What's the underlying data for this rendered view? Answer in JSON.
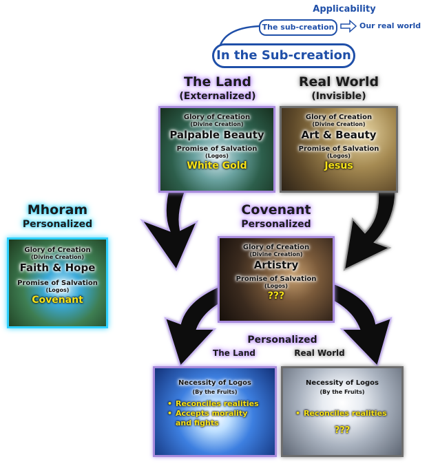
{
  "header": {
    "applicability": "Applicability",
    "subcreation_label": "The sub-creation",
    "real_world_label": "Our real world",
    "main_title": "In the Sub-creation"
  },
  "headings": {
    "land_title": "The Land",
    "land_sub": "(Externalized)",
    "real_title": "Real World",
    "real_sub": "(Invisible)",
    "mhoram_title": "Mhoram",
    "mhoram_sub": "Personalized",
    "covenant_title": "Covenant",
    "covenant_sub": "Personalized",
    "personalized_title": "Personalized",
    "personalized_land": "The Land",
    "personalized_real": "Real World"
  },
  "cards": {
    "land": {
      "glory": "Glory of Creation",
      "divine": "(Divine Creation)",
      "value": "Palpable Beauty",
      "promise": "Promise of Salvation",
      "logos": "(Logos)",
      "answer": "White Gold"
    },
    "real": {
      "glory": "Glory of Creation",
      "divine": "(Divine Creation)",
      "value": "Art & Beauty",
      "promise": "Promise of Salvation",
      "logos": "(Logos)",
      "answer": "Jesus"
    },
    "mhoram": {
      "glory": "Glory of Creation",
      "divine": "(Divine Creation)",
      "value": "Faith & Hope",
      "promise": "Promise of Salvation",
      "logos": "(Logos)",
      "answer": "Covenant"
    },
    "covenant": {
      "glory": "Glory of Creation",
      "divine": "(Divine Creation)",
      "value": "Artistry",
      "promise": "Promise of Salvation",
      "logos": "(Logos)",
      "answer": "???"
    },
    "logos_land": {
      "title": "Necessity of Logos",
      "fruits": "(By the Fruits)",
      "bullet1": "Reconciles realities",
      "bullet2": "Accepts morality and fights"
    },
    "logos_real": {
      "title": "Necessity of Logos",
      "fruits": "(By the Fruits)",
      "bullet1": "Reconciles realities",
      "answer": "???"
    }
  },
  "colors": {
    "accent_blue": "#1f4fa8",
    "glow_purple": "#b98cff",
    "glow_cyan": "#3fd7ff",
    "gold_text": "#f7e318"
  }
}
